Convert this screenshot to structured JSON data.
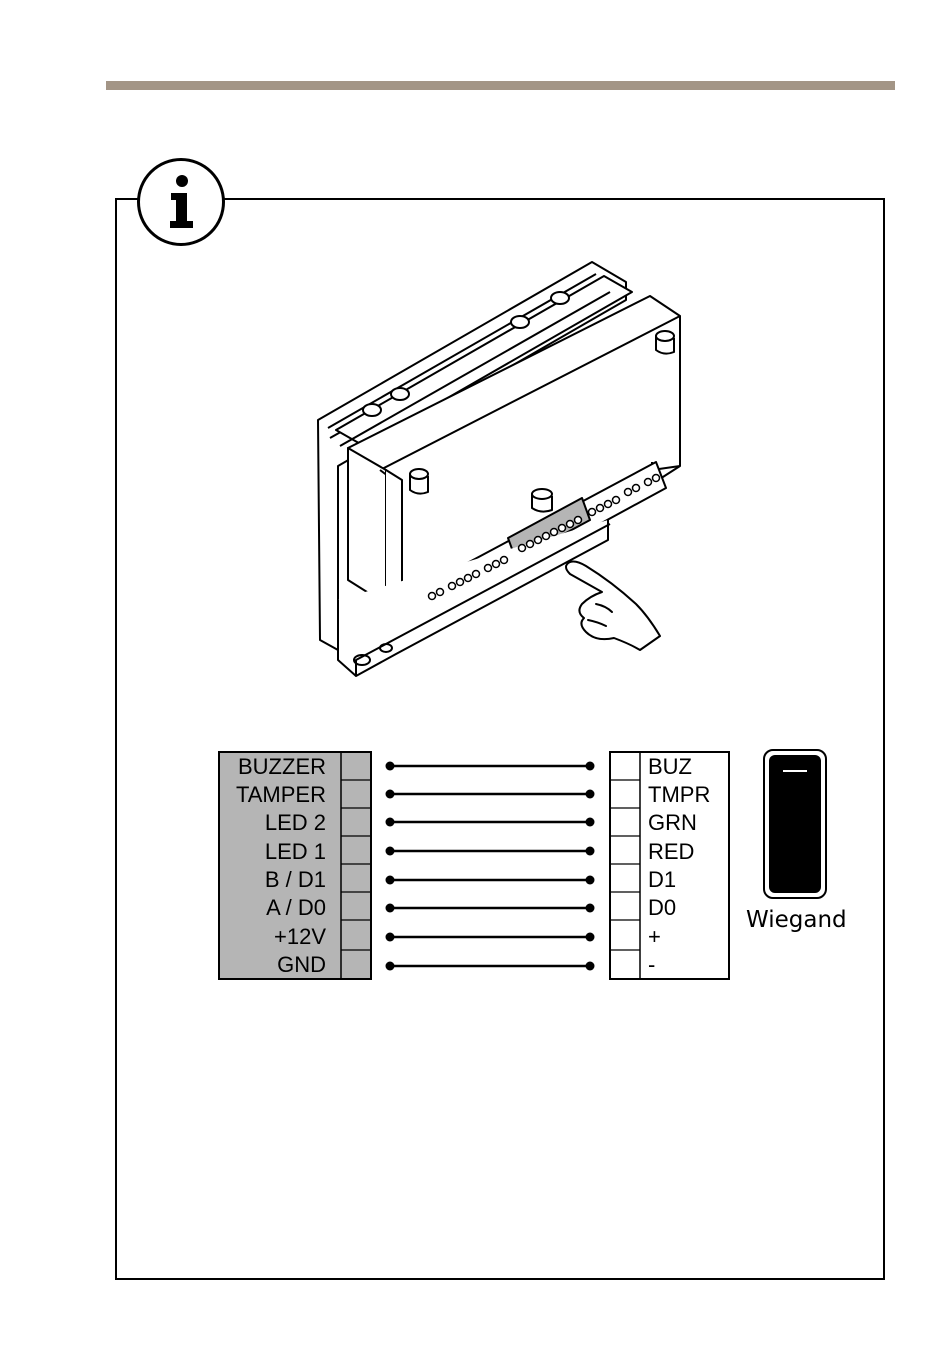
{
  "controller_terminal": {
    "labels": [
      "BUZZER",
      "TAMPER",
      "LED 2",
      "LED 1",
      "B / D1",
      "A / D0",
      "+12V",
      "GND"
    ],
    "fill_color": "#b5b5b5"
  },
  "reader_terminal": {
    "labels": [
      "BUZ",
      "TMPR",
      "GRN",
      "RED",
      "D1",
      "D0",
      "+",
      "-"
    ]
  },
  "reader": {
    "label": "Wiegand"
  },
  "colors": {
    "top_rule": "#a39586",
    "line": "#000000"
  },
  "icons": [
    "info-icon",
    "door-controller-illustration",
    "pointing-hand-icon",
    "card-reader-icon"
  ]
}
